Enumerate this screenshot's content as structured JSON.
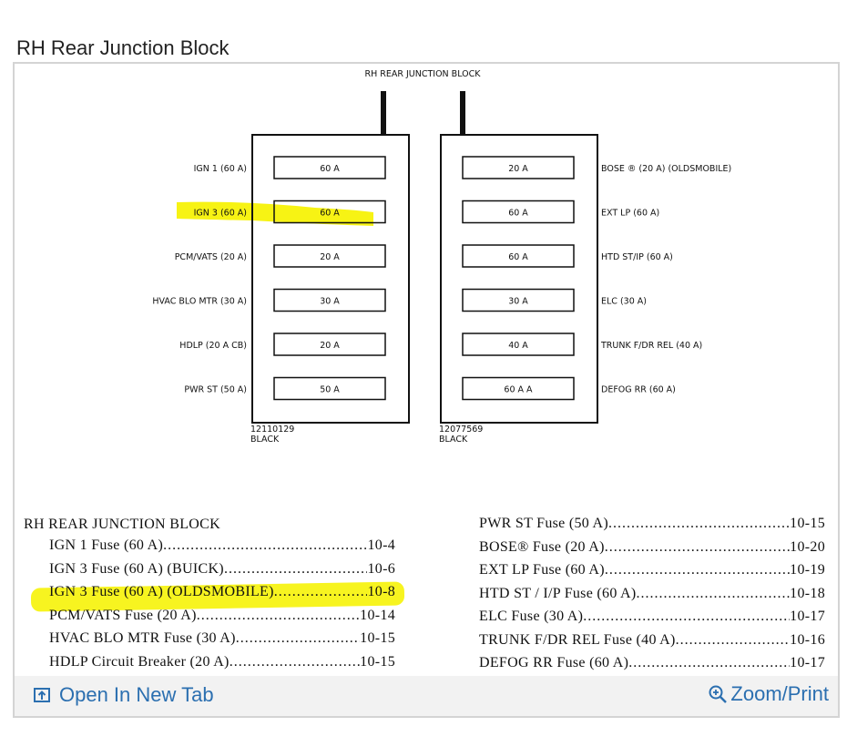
{
  "page": {
    "title": "RH Rear Junction Block"
  },
  "diagram": {
    "heading": "RH REAR JUNCTION BLOCK",
    "left_block": {
      "part_number": "12110129",
      "color": "BLACK",
      "fuses": [
        {
          "label": "IGN 1 (60 A)",
          "rating": "60 A"
        },
        {
          "label": "IGN 3 (60 A)",
          "rating": "60 A"
        },
        {
          "label": "PCM/VATS (20 A)",
          "rating": "20 A"
        },
        {
          "label": "HVAC BLO MTR (30 A)",
          "rating": "30 A"
        },
        {
          "label": "HDLP (20 A CB)",
          "rating": "20 A"
        },
        {
          "label": "PWR ST (50 A)",
          "rating": "50 A"
        }
      ]
    },
    "right_block": {
      "part_number": "12077569",
      "color": "BLACK",
      "fuses": [
        {
          "label": "BOSE ® (20 A) (OLDSMOBILE)",
          "rating": "20 A"
        },
        {
          "label": "EXT LP (60 A)",
          "rating": "60 A"
        },
        {
          "label": "HTD ST/IP (60 A)",
          "rating": "60 A"
        },
        {
          "label": "ELC (30 A)",
          "rating": "30 A"
        },
        {
          "label": "TRUNK F/DR REL (40 A)",
          "rating": "40 A"
        },
        {
          "label": "DEFOG RR (60 A)",
          "rating": "60 A A"
        }
      ]
    },
    "highlight_color": "#f7f314"
  },
  "index": {
    "title": "RH REAR JUNCTION BLOCK",
    "left": [
      {
        "label": "IGN 1 Fuse (60 A)",
        "page": "10-4"
      },
      {
        "label": "IGN 3 Fuse (60 A) (BUICK)",
        "page": "10-6"
      },
      {
        "label": "IGN 3 Fuse (60 A) (OLDSMOBILE)",
        "page": "10-8"
      },
      {
        "label": "PCM/VATS Fuse (20 A)",
        "page": "10-14"
      },
      {
        "label": "HVAC BLO MTR Fuse (30 A)",
        "page": "10-15"
      },
      {
        "label": "HDLP Circuit Breaker (20 A)",
        "page": "10-15"
      }
    ],
    "right": [
      {
        "label": "PWR ST Fuse (50 A)",
        "page": "10-15"
      },
      {
        "label": "BOSE® Fuse (20 A)",
        "page": "10-20"
      },
      {
        "label": "EXT LP Fuse (60 A)",
        "page": "10-19"
      },
      {
        "label": "HTD ST / I/P Fuse (60 A)",
        "page": "10-18"
      },
      {
        "label": "ELC Fuse (30 A)",
        "page": "10-17"
      },
      {
        "label": "TRUNK F/DR REL Fuse (40 A)",
        "page": "10-16"
      },
      {
        "label": "DEFOG RR Fuse (60 A)",
        "page": "10-17"
      }
    ]
  },
  "actions": {
    "open_new_tab": "Open In New Tab",
    "zoom_print": "Zoom/Print",
    "link_color": "#2b6fb0"
  }
}
